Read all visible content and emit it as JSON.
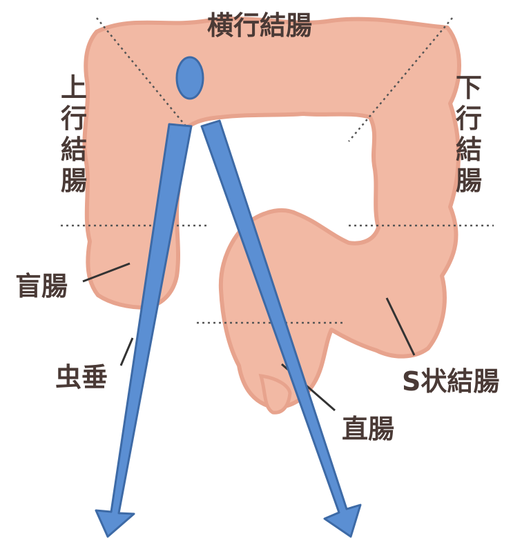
{
  "labels": {
    "transverse": "横行結腸",
    "ascending": [
      "上",
      "行",
      "結",
      "腸"
    ],
    "descending": [
      "下",
      "行",
      "結",
      "腸"
    ],
    "cecum": "盲腸",
    "appendix": "虫垂",
    "sigmoid": "S状結腸",
    "rectum": "直腸"
  },
  "colors": {
    "colon_fill": "#f2b9a4",
    "colon_edge": "#e7a38d",
    "label_text": "#4a3a36",
    "dotted_line": "#555555",
    "overlay_blue": "#5b8fd3",
    "overlay_edge": "#3d6aa6"
  }
}
